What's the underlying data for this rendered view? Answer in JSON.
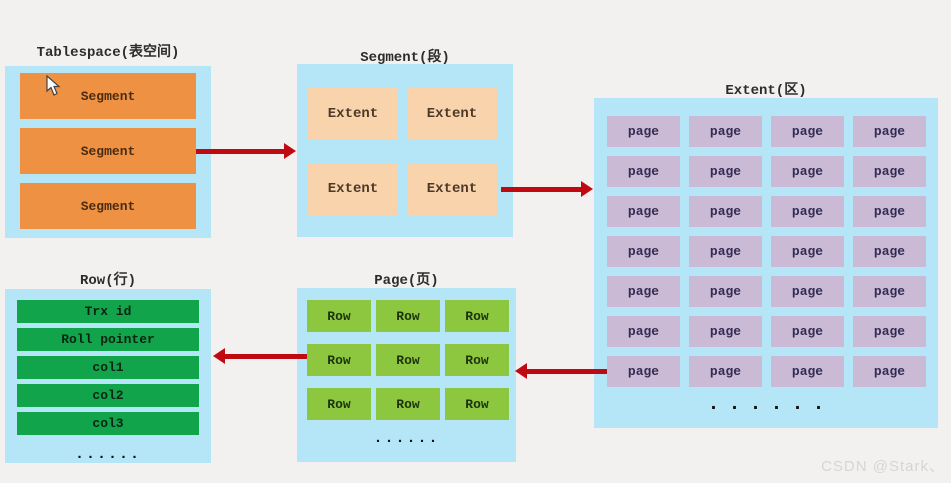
{
  "diagram": {
    "tablespace": {
      "title": "Tablespace(表空间)",
      "segments": [
        "Segment",
        "Segment",
        "Segment"
      ]
    },
    "segment": {
      "title": "Segment(段)",
      "extents": [
        "Extent",
        "Extent",
        "Extent",
        "Extent"
      ]
    },
    "extent": {
      "title": "Extent(区)",
      "pages": [
        "page",
        "page",
        "page",
        "page",
        "page",
        "page",
        "page",
        "page",
        "page",
        "page",
        "page",
        "page",
        "page",
        "page",
        "page",
        "page",
        "page",
        "page",
        "page",
        "page",
        "page",
        "page",
        "page",
        "page",
        "page",
        "page",
        "page",
        "page"
      ],
      "ellipsis": "......"
    },
    "page": {
      "title": "Page(页)",
      "rows": [
        "Row",
        "Row",
        "Row",
        "Row",
        "Row",
        "Row",
        "Row",
        "Row",
        "Row"
      ],
      "ellipsis": "......"
    },
    "row": {
      "title": "Row(行)",
      "fields": [
        "Trx id",
        "Roll pointer",
        "col1",
        "col2",
        "col3"
      ],
      "ellipsis": "......"
    }
  },
  "watermark": "CSDN @Stark、",
  "colors": {
    "background": "#f2f1f0",
    "panel_blue": "#b5e6f8",
    "segment_orange": "#ee9143",
    "extent_peach": "#f9d3ac",
    "page_purple": "#cbbad6",
    "row_green": "#8dc63f",
    "field_green": "#12a44b",
    "arrow_red": "#c00a12"
  }
}
